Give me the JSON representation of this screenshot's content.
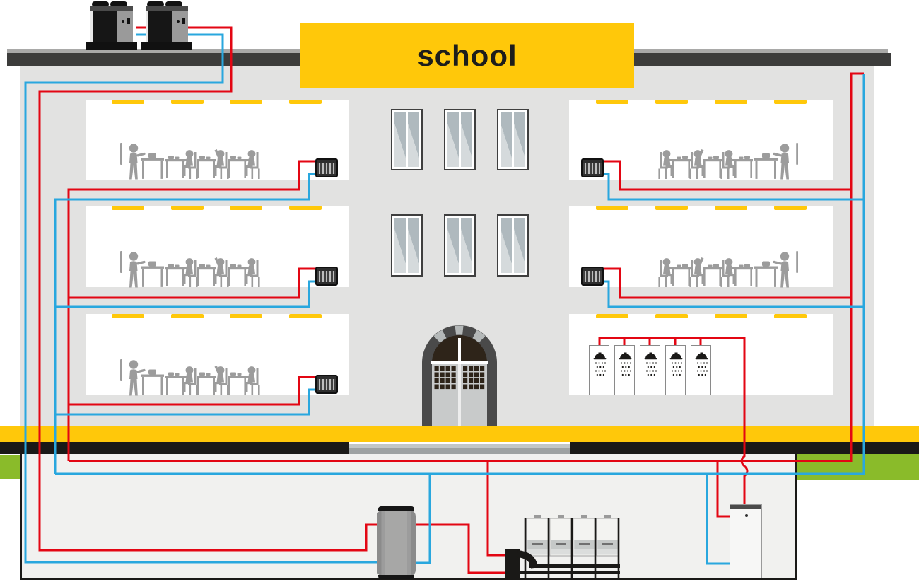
{
  "banner": {
    "label": "school",
    "bg": "#FFC80A",
    "text_color": "#1D1D1B"
  },
  "palette": {
    "accent_yellow": "#FFC80A",
    "hot_pipe_red": "#E30613",
    "cold_pipe_blue": "#29A7DE",
    "grass_green": "#8ABB2A",
    "facade_gray": "#E2E2E1",
    "room_white": "#FFFFFF",
    "roof_dark": "#3C3C3B",
    "outline_black": "#1A1917",
    "basement_gray": "#F1F1EF",
    "figure_gray": "#9C9C9C"
  },
  "rooftop": {
    "heat_pumps": 2
  },
  "floors": {
    "left_rooms": [
      "classroom",
      "classroom",
      "classroom"
    ],
    "right_rooms": [
      "classroom",
      "classroom",
      "shower-room"
    ],
    "windows": 6,
    "radiators": 5,
    "ceiling_lights_per_room": 4,
    "showers": 5
  },
  "basement": {
    "equipment": [
      "buffer-tank",
      "boiler-bank",
      "distribution-manifold",
      "dhw-unit"
    ],
    "boilers": 4
  },
  "piping": {
    "hot": "red supply",
    "cold": "blue return"
  }
}
